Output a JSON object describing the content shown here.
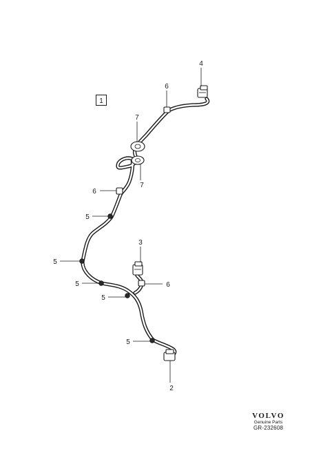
{
  "diagram": {
    "group_label": "1",
    "callouts": {
      "c2": "2",
      "c3": "3",
      "c4": "4",
      "c5a": "5",
      "c5b": "5",
      "c5c": "5",
      "c5d": "5",
      "c5e": "5",
      "c6a": "6",
      "c6b": "6",
      "c6c": "6",
      "c7a": "7",
      "c7b": "7"
    }
  },
  "brand": {
    "name": "VOLVO",
    "subtitle": "Genuine Parts",
    "reference": "GR-232608"
  }
}
